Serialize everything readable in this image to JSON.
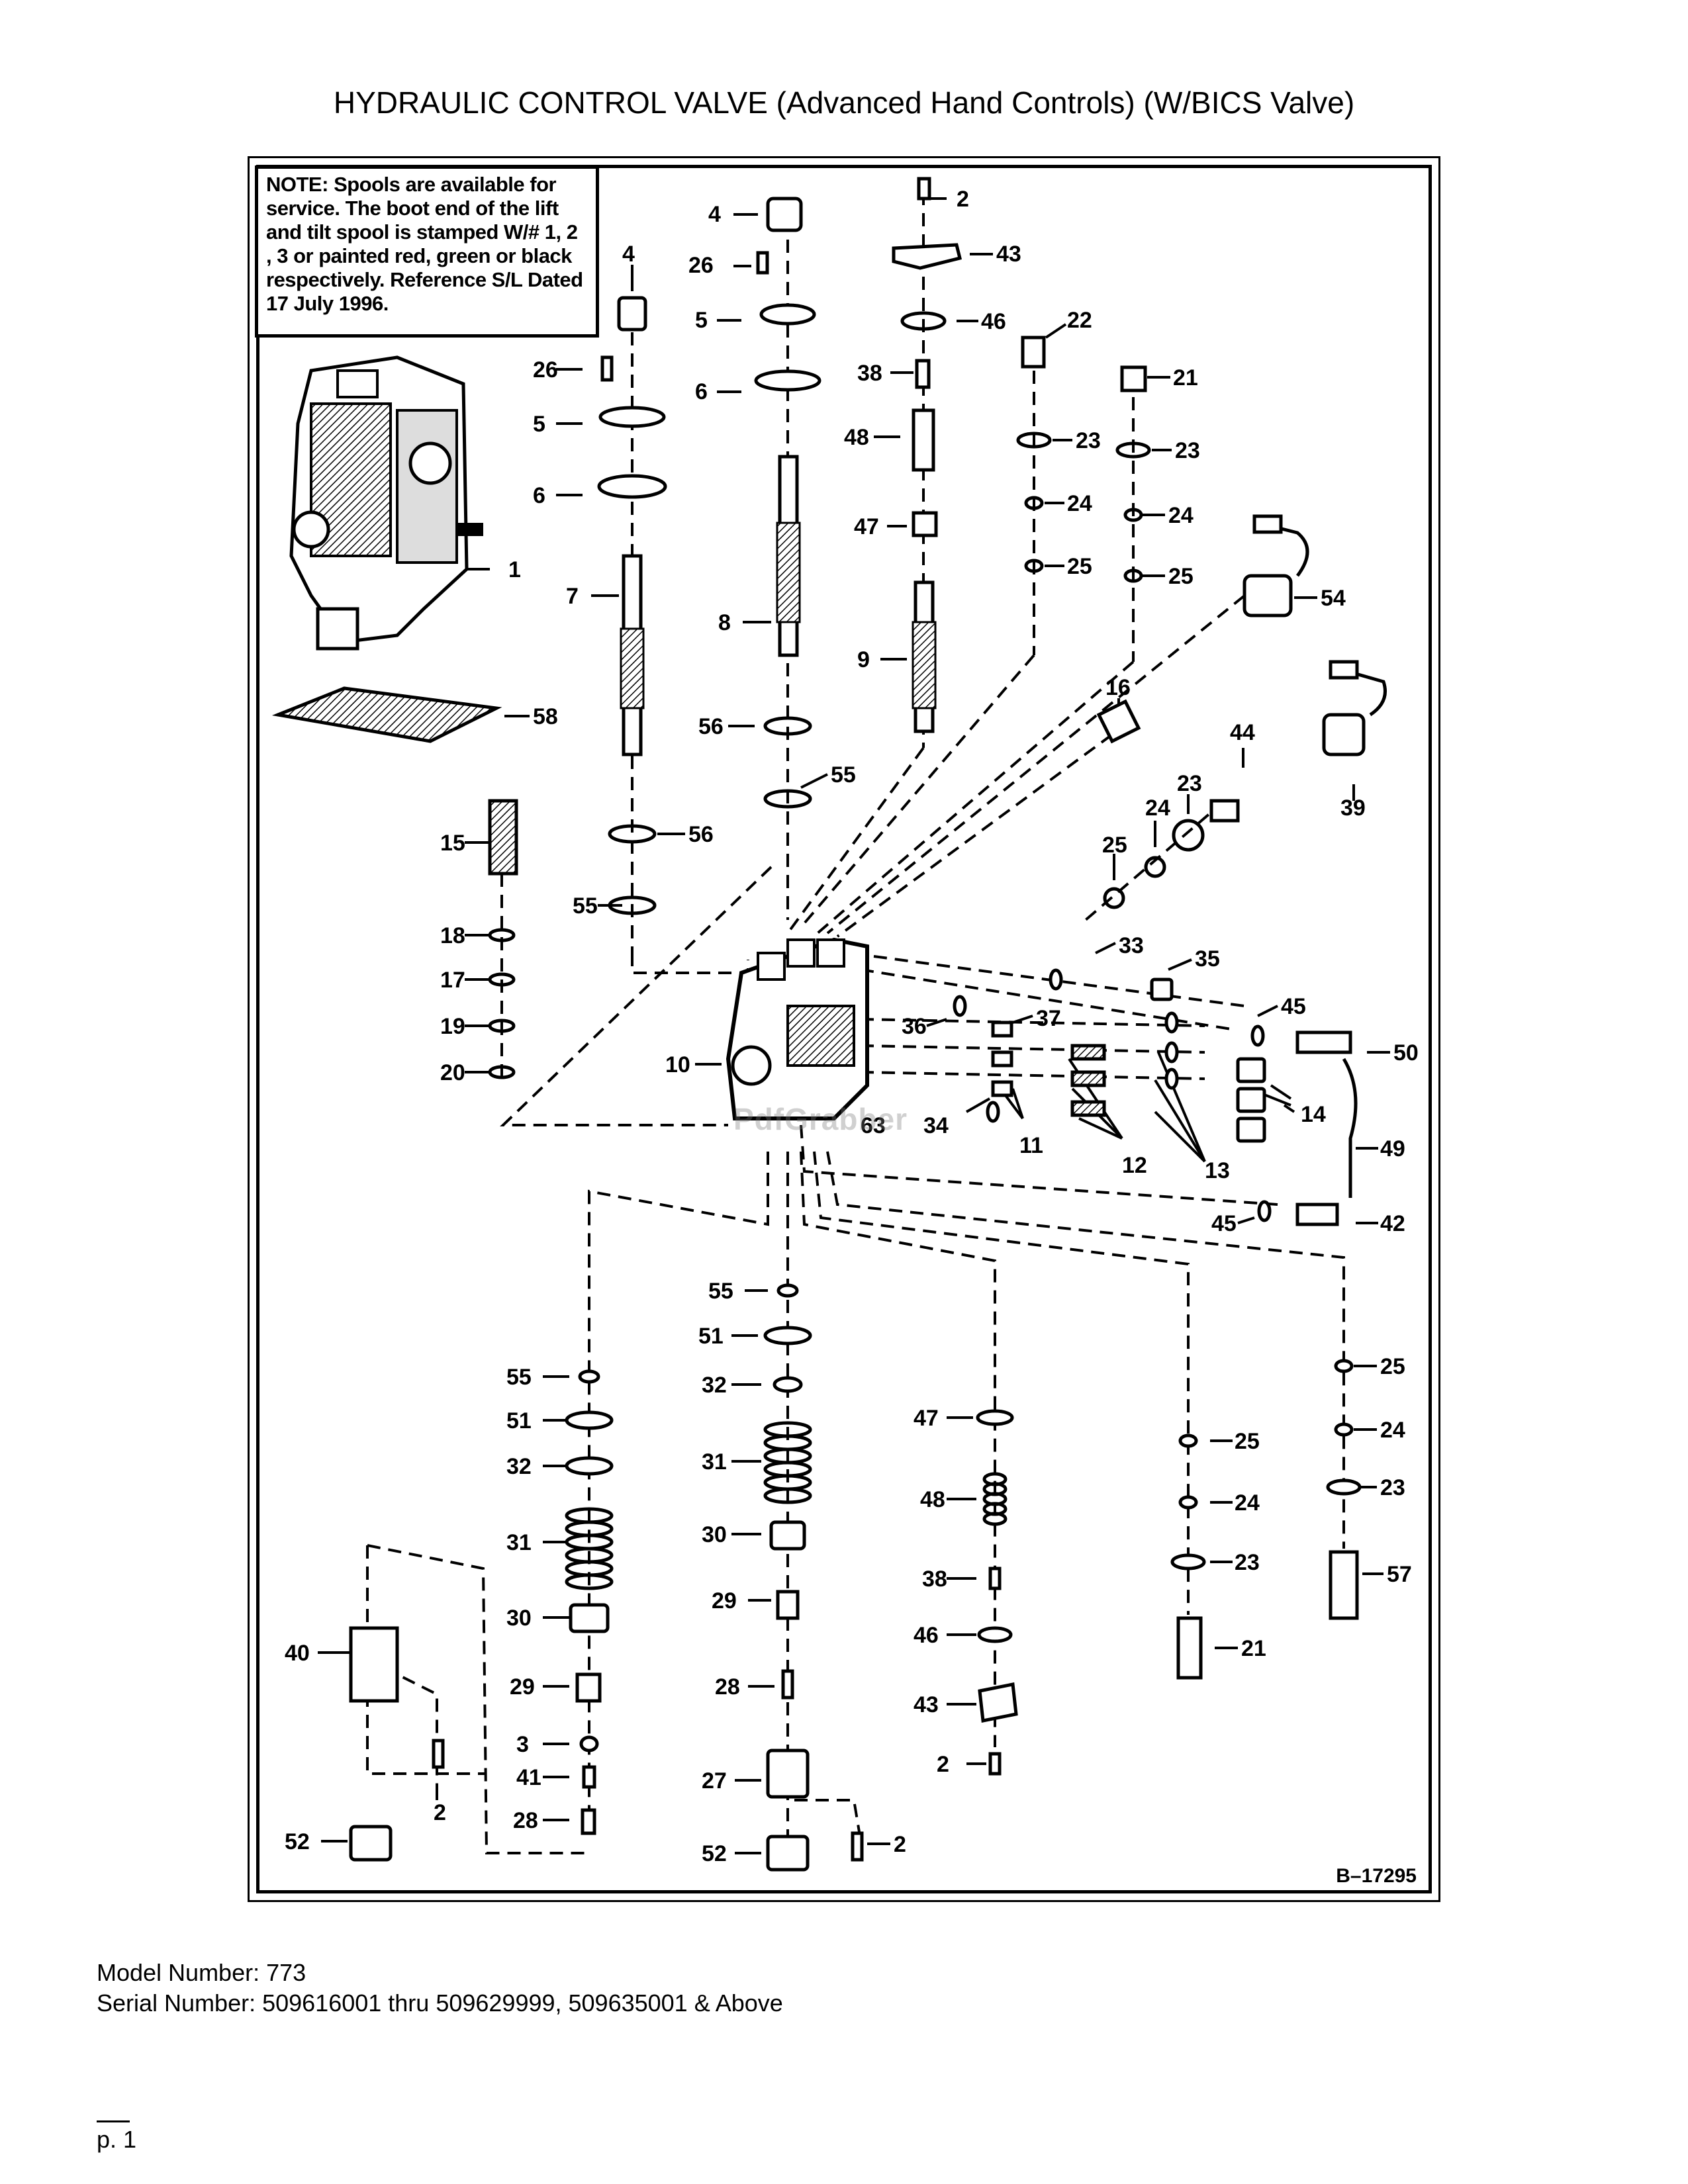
{
  "page": {
    "title": "HYDRAULIC CONTROL VALVE (Advanced Hand Controls) (W/BICS Valve)",
    "note_label": "NOTE:",
    "note_text": "Spools are available for service. The boot end of the lift and tilt spool is stamped W/# 1, 2 , 3 or painted red, green or black respectively. Reference S/L Dated 17 July 1996.",
    "drawing_id": "B–17295",
    "watermark": "PdfGrabber",
    "model_number": "Model Number: 773",
    "serial_number": "Serial Number: 509616001 thru 509629999, 509635001 & Above",
    "page_number": "p. 1"
  },
  "callouts": [
    {
      "label": "4"
    },
    {
      "label": "2"
    },
    {
      "label": "43"
    },
    {
      "label": "26"
    },
    {
      "label": "4"
    },
    {
      "label": "5"
    },
    {
      "label": "46"
    },
    {
      "label": "22"
    },
    {
      "label": "26"
    },
    {
      "label": "6"
    },
    {
      "label": "38"
    },
    {
      "label": "21"
    },
    {
      "label": "5"
    },
    {
      "label": "48"
    },
    {
      "label": "23"
    },
    {
      "label": "23"
    },
    {
      "label": "6"
    },
    {
      "label": "24"
    },
    {
      "label": "24"
    },
    {
      "label": "47"
    },
    {
      "label": "1"
    },
    {
      "label": "25"
    },
    {
      "label": "25"
    },
    {
      "label": "54"
    },
    {
      "label": "7"
    },
    {
      "label": "8"
    },
    {
      "label": "9"
    },
    {
      "label": "16"
    },
    {
      "label": "58"
    },
    {
      "label": "44"
    },
    {
      "label": "56"
    },
    {
      "label": "55"
    },
    {
      "label": "23"
    },
    {
      "label": "39"
    },
    {
      "label": "24"
    },
    {
      "label": "15"
    },
    {
      "label": "56"
    },
    {
      "label": "25"
    },
    {
      "label": "55"
    },
    {
      "label": "18"
    },
    {
      "label": "33"
    },
    {
      "label": "35"
    },
    {
      "label": "17"
    },
    {
      "label": "37"
    },
    {
      "label": "45"
    },
    {
      "label": "36"
    },
    {
      "label": "19"
    },
    {
      "label": "50"
    },
    {
      "label": "20"
    },
    {
      "label": "10"
    },
    {
      "label": "14"
    },
    {
      "label": "34"
    },
    {
      "label": "11"
    },
    {
      "label": "12"
    },
    {
      "label": "13"
    },
    {
      "label": "49"
    },
    {
      "label": "45"
    },
    {
      "label": "42"
    },
    {
      "label": "55"
    },
    {
      "label": "51"
    },
    {
      "label": "25"
    },
    {
      "label": "55"
    },
    {
      "label": "32"
    },
    {
      "label": "24"
    },
    {
      "label": "51"
    },
    {
      "label": "47"
    },
    {
      "label": "25"
    },
    {
      "label": "31"
    },
    {
      "label": "32"
    },
    {
      "label": "24"
    },
    {
      "label": "23"
    },
    {
      "label": "48"
    },
    {
      "label": "31"
    },
    {
      "label": "30"
    },
    {
      "label": "23"
    },
    {
      "label": "57"
    },
    {
      "label": "38"
    },
    {
      "label": "30"
    },
    {
      "label": "29"
    },
    {
      "label": "46"
    },
    {
      "label": "21"
    },
    {
      "label": "40"
    },
    {
      "label": "29"
    },
    {
      "label": "28"
    },
    {
      "label": "43"
    },
    {
      "label": "3"
    },
    {
      "label": "2"
    },
    {
      "label": "41"
    },
    {
      "label": "27"
    },
    {
      "label": "2"
    },
    {
      "label": "28"
    },
    {
      "label": "52"
    },
    {
      "label": "52"
    },
    {
      "label": "2"
    },
    {
      "label": "63"
    }
  ]
}
